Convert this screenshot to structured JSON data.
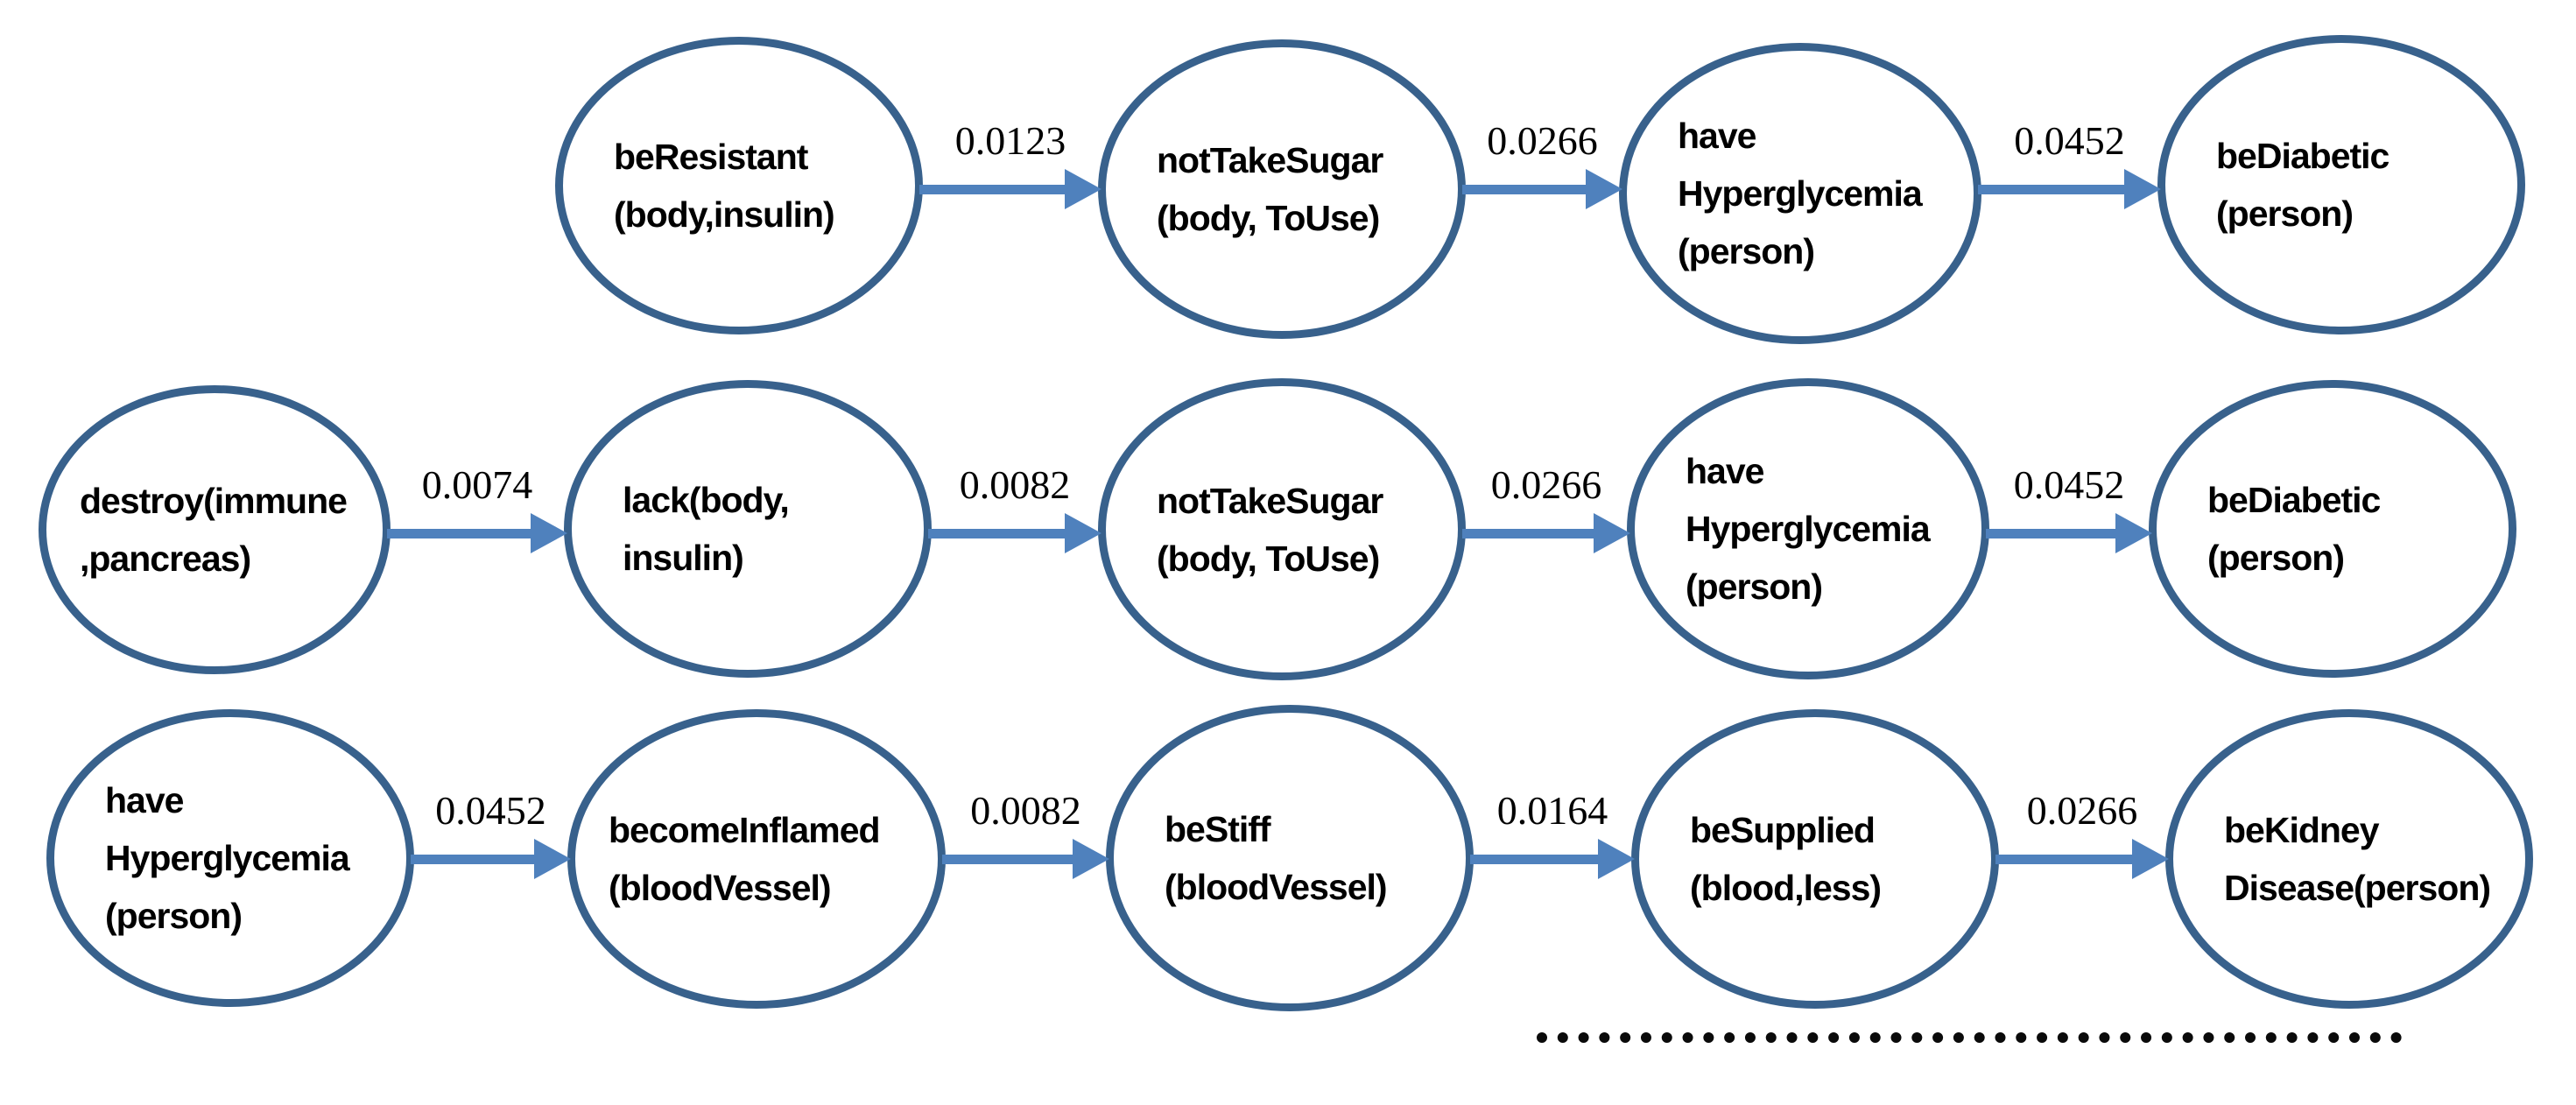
{
  "diagram": {
    "description": "Causal inference chains about diabetes with edge weights",
    "colors": {
      "background": "#FFFFFF",
      "node_border": "#38618C",
      "arrow_fill": "#4F81BD",
      "node_text": "#000000",
      "edge_label": "#000000"
    },
    "rows": [
      {
        "nodes": [
          {
            "lines": [
              "beResistant",
              "(body,insulin)"
            ]
          },
          {
            "lines": [
              "notTakeSugar",
              "(body, ToUse)"
            ]
          },
          {
            "lines": [
              "have",
              "Hyperglycemia",
              "(person)"
            ]
          },
          {
            "lines": [
              "beDiabetic",
              "(person)"
            ]
          }
        ],
        "edges": [
          {
            "weight": "0.0123"
          },
          {
            "weight": "0.0266"
          },
          {
            "weight": "0.0452"
          }
        ]
      },
      {
        "nodes": [
          {
            "lines": [
              "destroy(immune",
              ",pancreas)"
            ]
          },
          {
            "lines": [
              "lack(body,",
              "insulin)"
            ]
          },
          {
            "lines": [
              "notTakeSugar",
              "(body, ToUse)"
            ]
          },
          {
            "lines": [
              "have",
              "Hyperglycemia",
              "(person)"
            ]
          },
          {
            "lines": [
              "beDiabetic",
              "(person)"
            ]
          }
        ],
        "edges": [
          {
            "weight": "0.0074"
          },
          {
            "weight": "0.0082"
          },
          {
            "weight": "0.0266"
          },
          {
            "weight": "0.0452"
          }
        ]
      },
      {
        "nodes": [
          {
            "lines": [
              "have",
              "Hyperglycemia",
              "(person)"
            ]
          },
          {
            "lines": [
              "becomeInflamed",
              "(bloodVessel)"
            ]
          },
          {
            "lines": [
              "beStiff",
              "(bloodVessel)"
            ]
          },
          {
            "lines": [
              "beSupplied",
              "(blood,less)"
            ]
          },
          {
            "lines": [
              "beKidney",
              "Disease(person)"
            ]
          }
        ],
        "edges": [
          {
            "weight": "0.0452"
          },
          {
            "weight": "0.0082"
          },
          {
            "weight": "0.0164"
          },
          {
            "weight": "0.0266"
          }
        ]
      }
    ],
    "continuation_dotted_line": true
  }
}
